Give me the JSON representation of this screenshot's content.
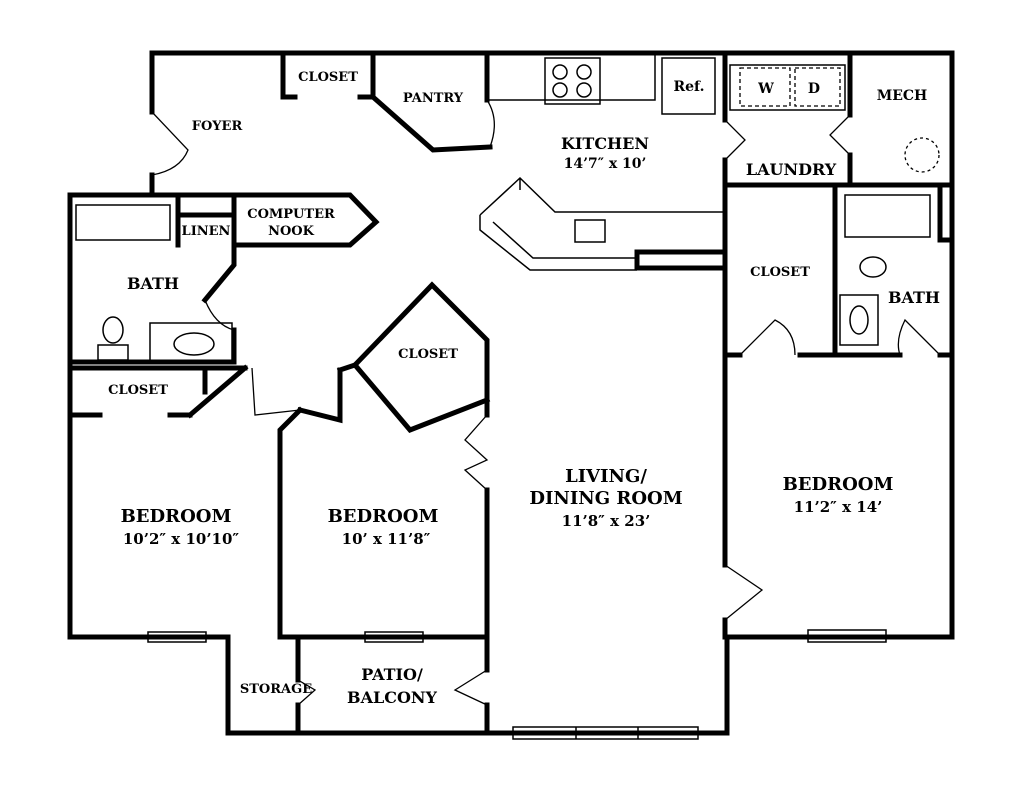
{
  "rooms": {
    "foyer": "FOYER",
    "closet_top": "CLOSET",
    "pantry": "PANTRY",
    "kitchen": "KITCHEN",
    "kitchen_dim": "14’7″ x 10’",
    "ref": "Ref.",
    "washer": "W",
    "dryer": "D",
    "mech": "MECH",
    "laundry": "LAUNDRY",
    "linen": "LINEN",
    "computer_nook_1": "COMPUTER",
    "computer_nook_2": "NOOK",
    "bath_left": "BATH",
    "closet_right": "CLOSET",
    "bath_right": "BATH",
    "closet_mid": "CLOSET",
    "closet_left": "CLOSET",
    "bedroom1": "BEDROOM",
    "bedroom1_dim": "10’2″ x 10’10″",
    "bedroom2": "BEDROOM",
    "bedroom2_dim": "10’ x 11’8″",
    "living_1": "LIVING/",
    "living_2": "DINING ROOM",
    "living_dim": "11’8″ x 23’",
    "bedroom3": "BEDROOM",
    "bedroom3_dim": "11’2″ x 14’",
    "storage": "STORAGE",
    "patio_1": "PATIO/",
    "patio_2": "BALCONY"
  }
}
